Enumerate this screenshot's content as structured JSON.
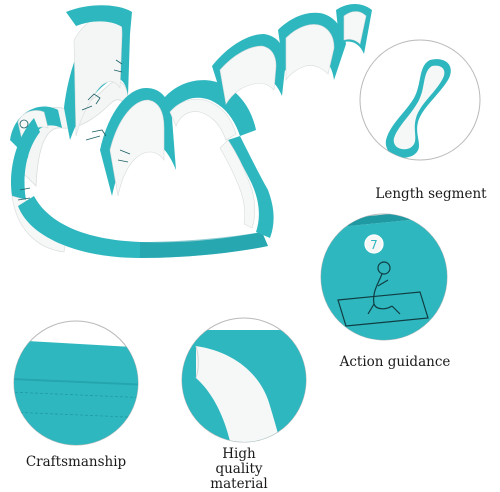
{
  "labels": {
    "length_segment": "Length segment",
    "action_guidance": "Action guidance",
    "craftsmanship": "Craftsmanship",
    "high_quality_material": "High quality\nmaterial"
  },
  "circle_badge": "7",
  "colors": {
    "teal": "#2fb7bf",
    "teal_dark": "#1f9aa3",
    "white_face": "#f6f7f7",
    "circle_stroke": "#b9b9b9",
    "text": "#1a1a1a"
  }
}
